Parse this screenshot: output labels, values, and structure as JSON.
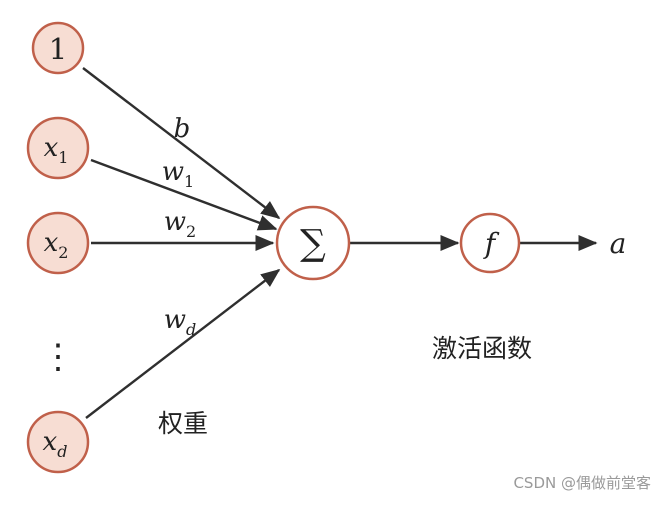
{
  "nodes": {
    "input_bias": {
      "label": "1"
    },
    "input_x1": {
      "base": "x",
      "sub": "1"
    },
    "input_x2": {
      "base": "x",
      "sub": "2"
    },
    "ellipsis": "⋮",
    "input_xd": {
      "base": "x",
      "sub": "d"
    },
    "sum": {
      "label": "∑"
    },
    "activation": {
      "label": "f"
    },
    "output": {
      "label": "a"
    }
  },
  "weights": {
    "bias": {
      "base": "b",
      "sub": ""
    },
    "w1": {
      "base": "w",
      "sub": "1"
    },
    "w2": {
      "base": "w",
      "sub": "2"
    },
    "wd": {
      "base": "w",
      "sub": "d"
    }
  },
  "captions": {
    "weights": "权重",
    "activation_function": "激活函数"
  },
  "watermark": "CSDN @偶做前堂客",
  "colors": {
    "node_fill": "#f7ddd3",
    "node_stroke": "#c0604a",
    "edge": "#2f2f2f",
    "watermark": "#9a9a9a"
  }
}
